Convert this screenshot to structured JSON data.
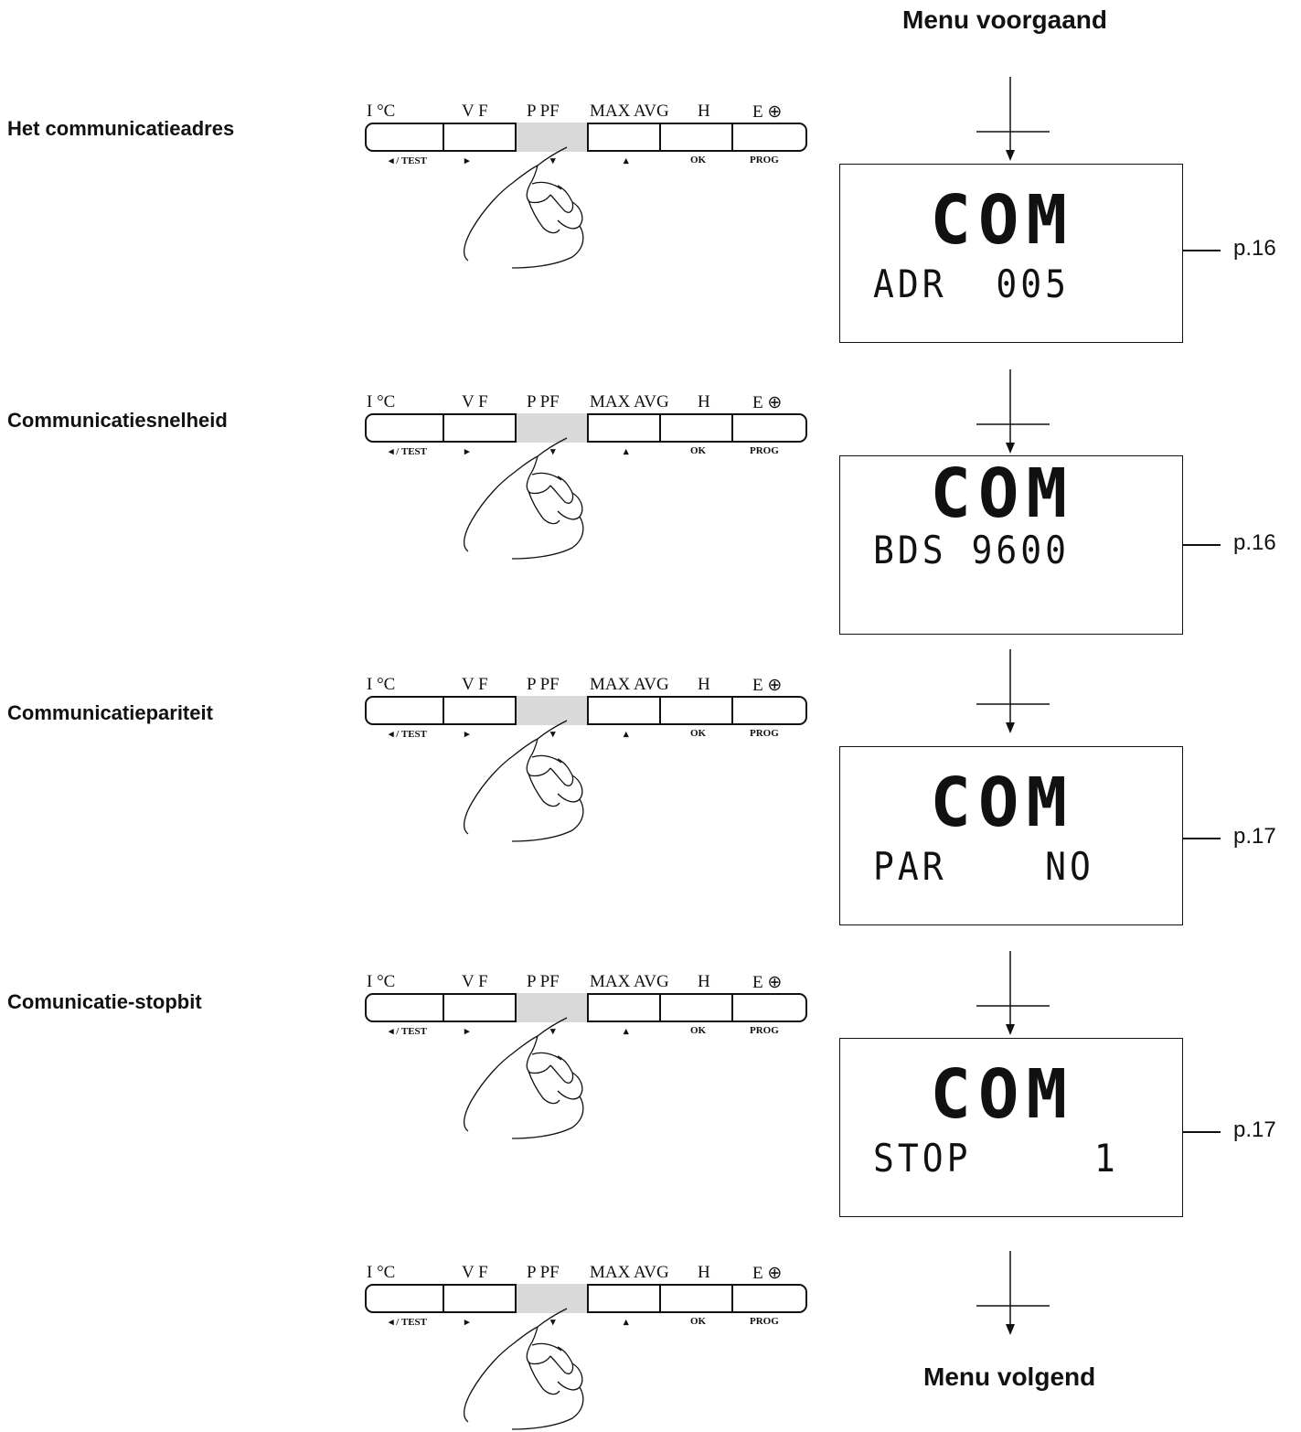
{
  "header": {
    "previous_menu": "Menu voorgaand"
  },
  "footer": {
    "next_menu": "Menu volgend"
  },
  "keypad": {
    "top_labels": [
      "I °C",
      "V  F",
      "P  PF",
      "MAX AVG",
      "H",
      "E ⊕"
    ],
    "bottom_labels": [
      "◂ / TEST",
      "▸",
      "▾",
      "▴",
      "OK",
      "PROG"
    ],
    "pressed_key": "P PF"
  },
  "steps": [
    {
      "label": "Het communicatieadres",
      "lcd_main": "COM",
      "lcd_sub": "ADR  005",
      "page_ref": "p.16"
    },
    {
      "label": "Communicatiesnelheid",
      "lcd_main": "COM",
      "lcd_sub": "BDS 9600",
      "page_ref": "p.16"
    },
    {
      "label": "Communicatiepariteit",
      "lcd_main": "COM",
      "lcd_sub": "PAR    NO",
      "page_ref": "p.17"
    },
    {
      "label": "Comunicatie-stopbit",
      "lcd_main": "COM",
      "lcd_sub": "STOP     1",
      "page_ref": "p.17"
    }
  ]
}
